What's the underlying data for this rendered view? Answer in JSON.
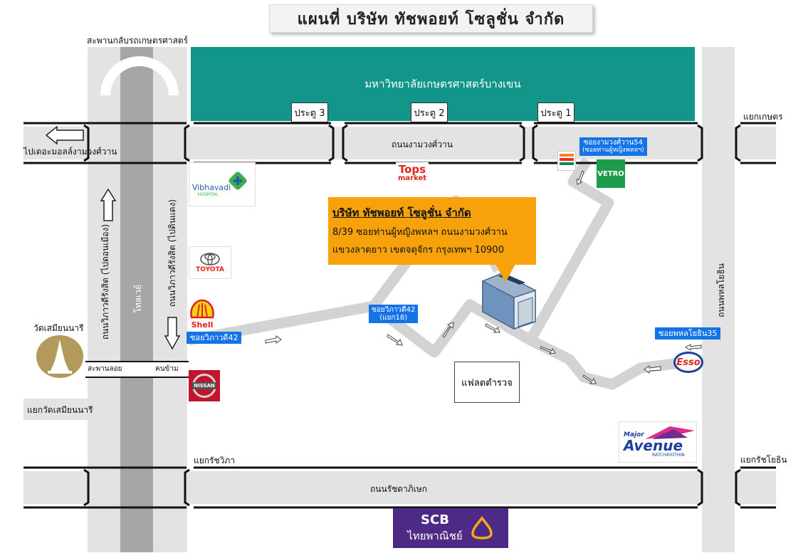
{
  "title": "แผนที่ บริษัท ทัชพอยท์ โซลูชั่น จำกัด",
  "university": "มหาวิทยาลัยเกษตรศาสตร์บางเขน",
  "gates": [
    "ประตู 3",
    "ประตู 2",
    "ประตู 1"
  ],
  "roads": {
    "ngamwongwan": "ถนนงามวงศ์วาน",
    "ratchadaphisek": "ถนนรัชดาภิเษก",
    "phahonyothin": "ถนนพหลโยธิน",
    "vibhavadi_inbound": "ถนนวิภาวดีรังสิต (ไปดอนเมือง)",
    "vibhavadi_outbound": "ถนนวิภาวดีรังสิต (ไปดินแดง)",
    "tollway": "โทลเวย์"
  },
  "places": {
    "kaset_bridge": "สะพานกลับรถเกษตรศาสตร์",
    "to_mall": "ไปเดอะมอลล์งามวงศ์วาน",
    "kaset_junction": "แยกเกษตร",
    "temple": "วัดเสมียนนารี",
    "temple_junction": "แยกวัดเสมียนนารี",
    "ratchavipha_junction": "แยกรัชวิภา",
    "ratchayothin_junction": "แยกรัชโยธิน",
    "flyover_left": "สะพานลอย",
    "flyover_right": "คนข้าม",
    "police_flat": "แฟลตตำรวจ"
  },
  "sois": {
    "vibhavadi42": "ซอยวิภาวดี42",
    "vibhavadi42_branch": [
      "ซอยวิภาวดี42",
      "(แยก18)"
    ],
    "ngamwongwan54": [
      "ซอยงามวงศ์วาน54",
      "(ซอยท่านผู้หญิงพหลฯ)"
    ],
    "phahon35": "ซอยพหลโยธิน35"
  },
  "company": {
    "name": "บริษัท ทัชพอยท์ โซลูชั่น จำกัด",
    "address_line1": "8/39 ซอยท่านผู้หญิงพหลฯ ถนนงามวงศ์วาน",
    "address_line2": "แขวงลาดยาว เขตจตุจักร กรุงเทพฯ 10900"
  },
  "logos": {
    "vibhavadi_hospital": [
      "Vibhavadi",
      "HOSPITAL"
    ],
    "tops": [
      "Tops",
      "market"
    ],
    "vetro": "VETRO",
    "toyota": "TOYOTA",
    "shell": "Shell",
    "nissan": "NISSAN",
    "esso": "Esso",
    "major": [
      "Major",
      "Avenue",
      "RATCHAYOTHIN"
    ],
    "scb": [
      "SCB",
      "ไทยพาณิชย์"
    ]
  },
  "colors": {
    "university": "#13968a",
    "road": "#e3e3e3",
    "route": "#d3d3d3",
    "company_box": "#f7a20b",
    "soi_tag": "#1473e6",
    "scb": "#4c2a85"
  }
}
